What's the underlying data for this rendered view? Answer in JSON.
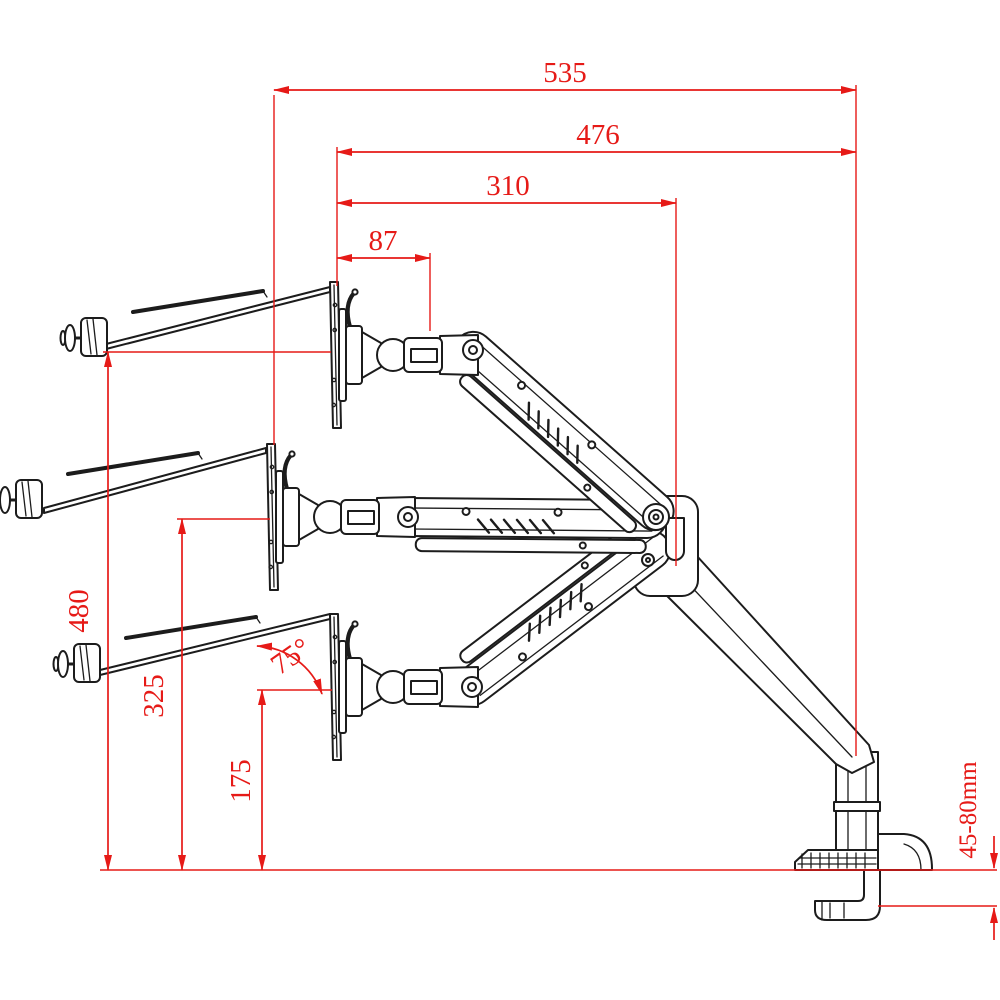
{
  "diagram": {
    "description": "Technical dimension drawing of a gas-spring desk-mount monitor arm, side view, shown in three tilt positions with a desk clamp base",
    "units": "mm",
    "background": "#ffffff",
    "line_color": "#1c1c1c",
    "dimension_color": "#e61a17",
    "dims": {
      "total_reach": "535",
      "arm_reach": "476",
      "mid_reach": "310",
      "min_reach": "87",
      "max_height": "480",
      "mid_height": "325",
      "min_height": "175",
      "tilt_angle": "75°",
      "desk_thickness": "45-80mm"
    }
  }
}
